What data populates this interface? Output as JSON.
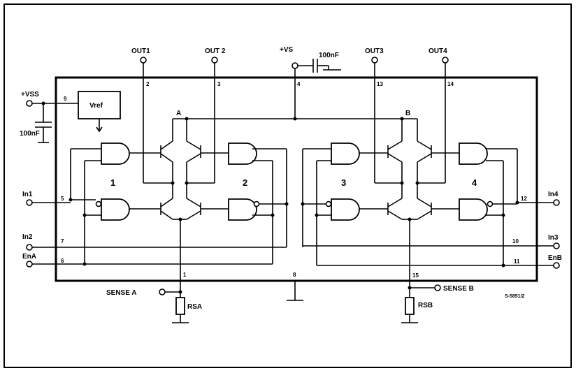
{
  "pins": {
    "out1": "OUT1",
    "out2": "OUT 2",
    "vs": "+VS",
    "out3": "OUT3",
    "out4": "OUT4",
    "vss": "+VSS",
    "in1": "In1",
    "in2": "In2",
    "ena": "EnA",
    "in4": "In4",
    "in3": "In3",
    "enb": "EnB",
    "sense_a": "SENSE A",
    "sense_b": "SENSE B"
  },
  "pin_numbers": {
    "p2": "2",
    "p3": "3",
    "p4": "4",
    "p13": "13",
    "p14": "14",
    "p9": "9",
    "p5": "5",
    "p7": "7",
    "p6": "6",
    "p12": "12",
    "p10": "10",
    "p11": "11",
    "p1": "1",
    "p8": "8",
    "p15": "15"
  },
  "components": {
    "vref": "Vref",
    "cap_vs": "100nF",
    "cap_vss": "100nF",
    "rsa": "RSA",
    "rsb": "RSB"
  },
  "nodes": {
    "a": "A",
    "b": "B"
  },
  "channels": {
    "c1": "1",
    "c2": "2",
    "c3": "3",
    "c4": "4"
  },
  "ref_code": "S-5851/2"
}
